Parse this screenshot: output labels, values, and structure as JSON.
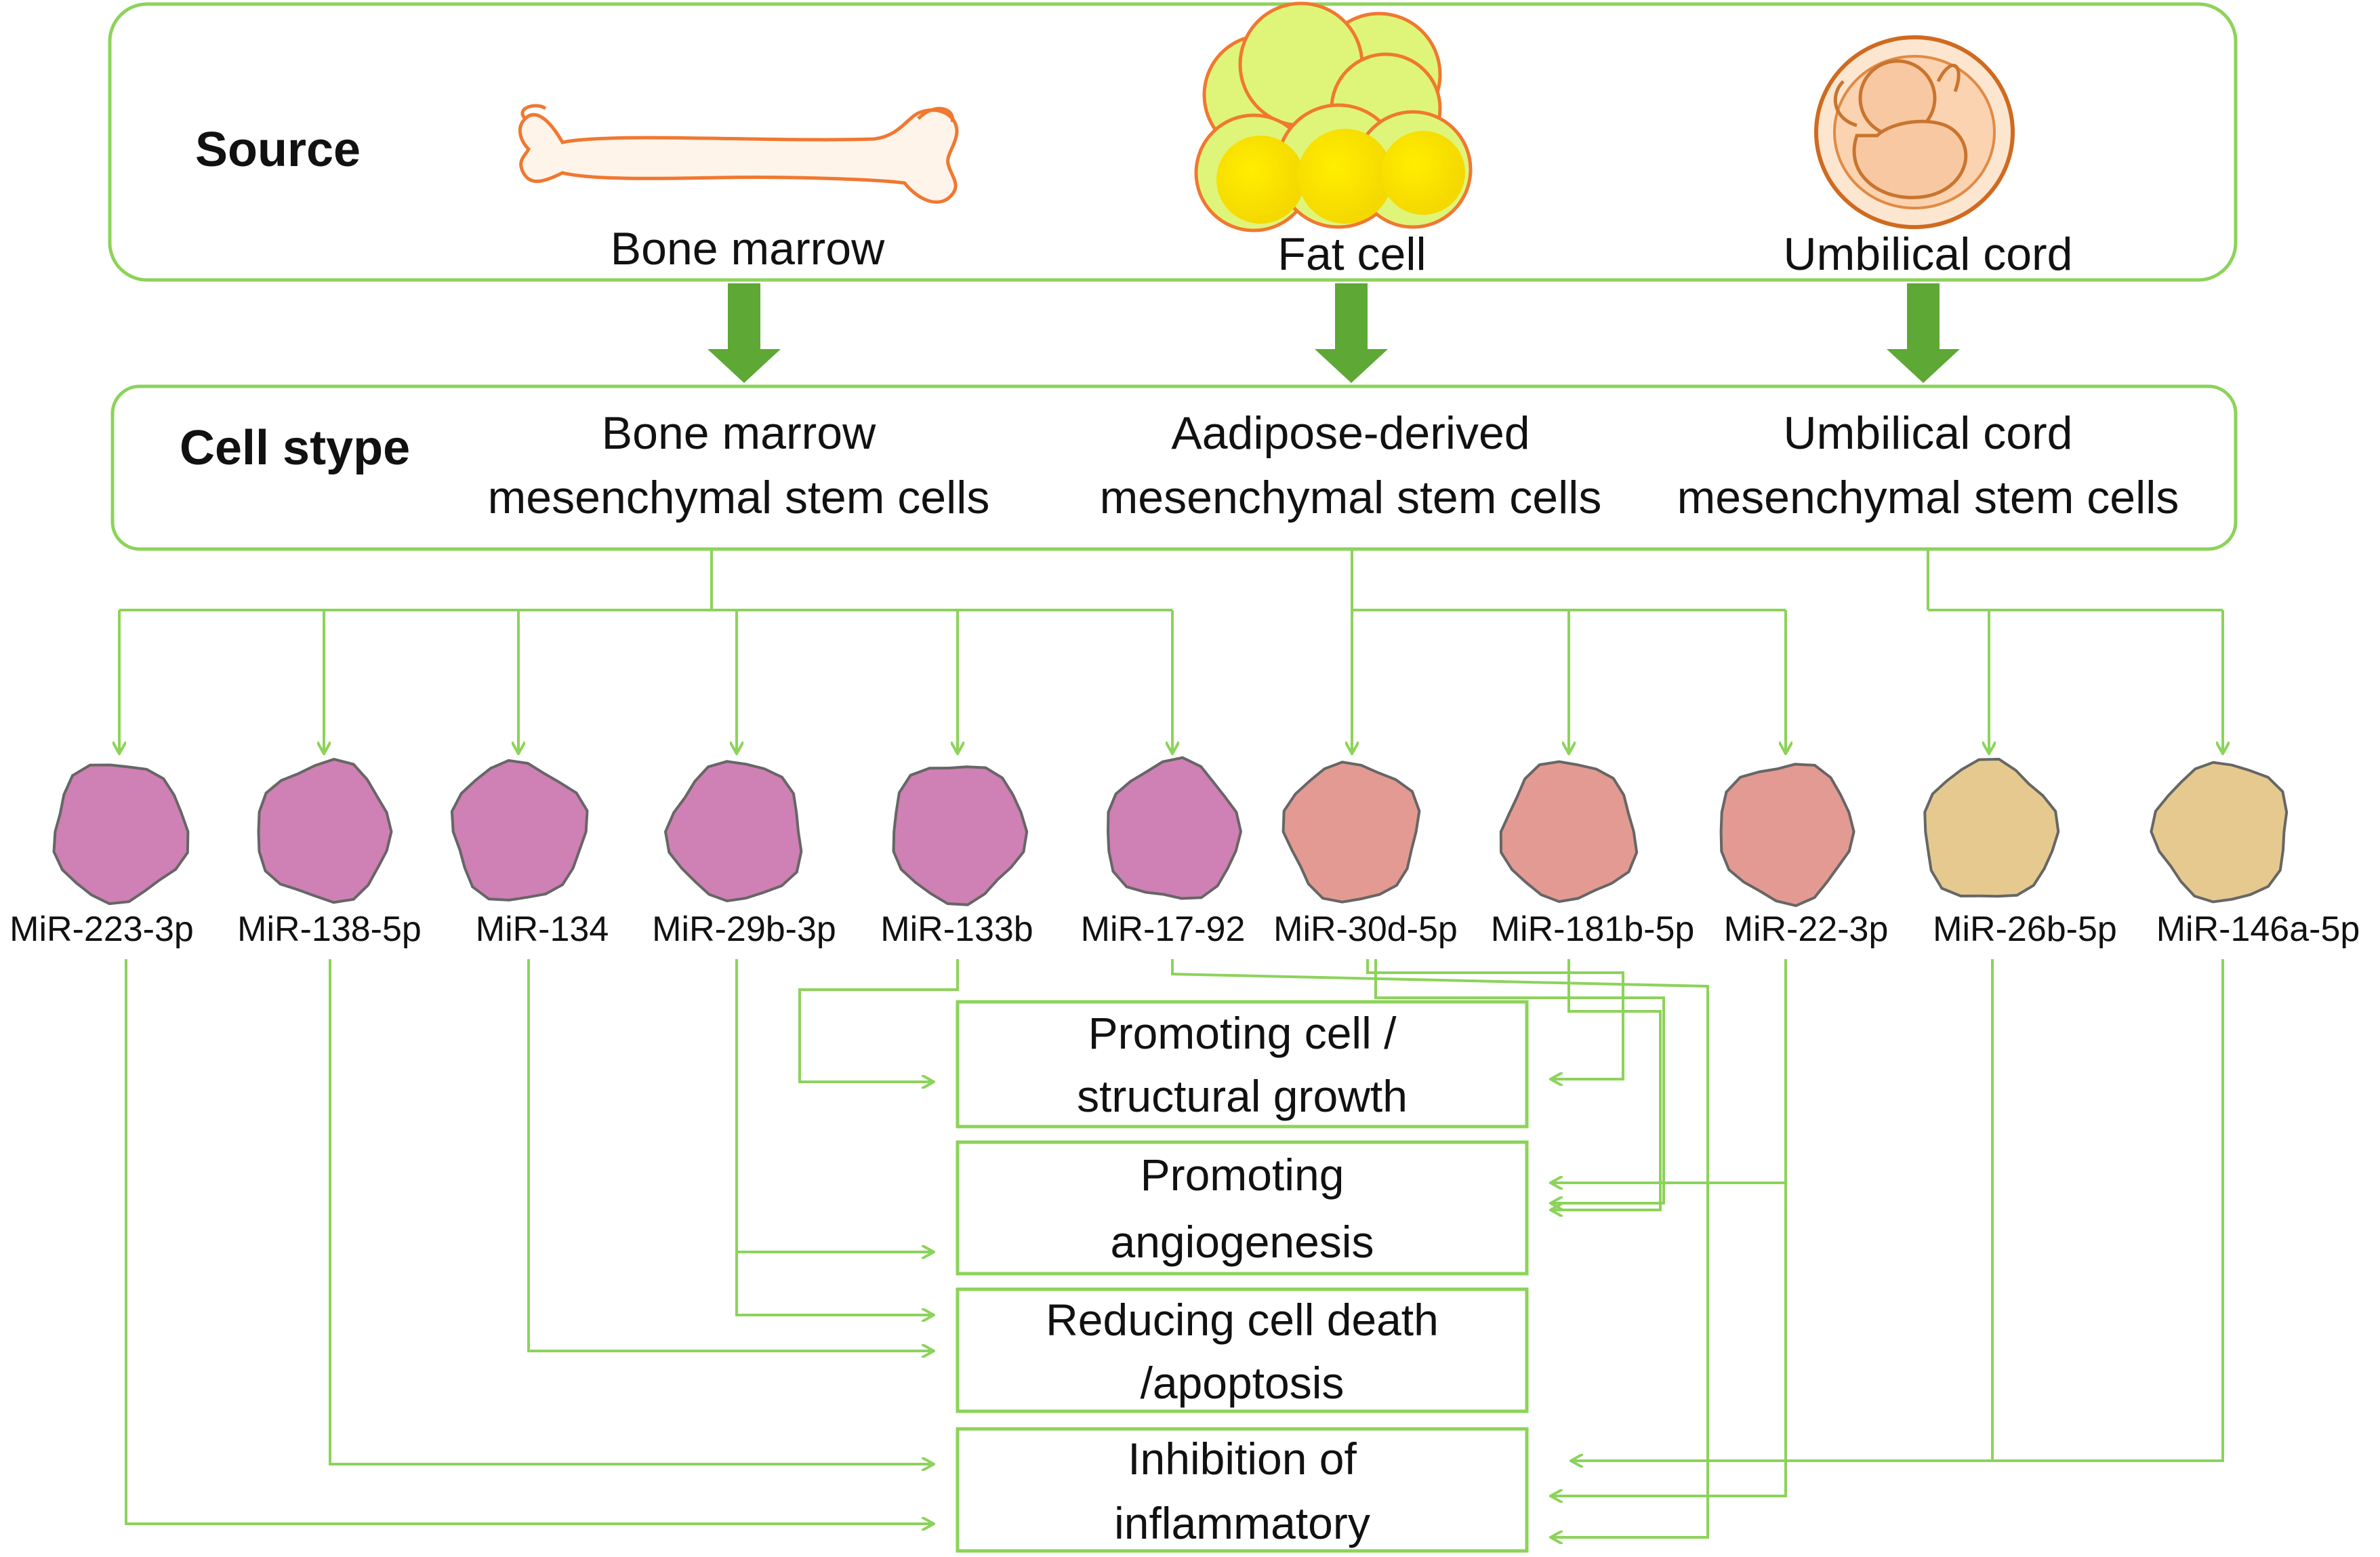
{
  "source_panel": {
    "heading": "Source",
    "items": [
      {
        "label": "Bone marrow",
        "icon": "bone-icon"
      },
      {
        "label": "Fat cell",
        "icon": "fat-cell-icon"
      },
      {
        "label": "Umbilical cord",
        "icon": "fetus-icon"
      }
    ]
  },
  "celltype_panel": {
    "heading": "Cell stype",
    "items": [
      {
        "line1": "Bone marrow",
        "line2": "mesenchymal stem cells"
      },
      {
        "line1": "Aadipose-derived",
        "line2": "mesenchymal stem cells"
      },
      {
        "line1": "Umbilical cord",
        "line2": "mesenchymal stem cells"
      }
    ]
  },
  "mirnas": [
    {
      "label": "MiR-223-3p",
      "group": 0
    },
    {
      "label": "MiR-138-5p",
      "group": 0
    },
    {
      "label": "MiR-134",
      "group": 0
    },
    {
      "label": "MiR-29b-3p",
      "group": 0
    },
    {
      "label": "MiR-133b",
      "group": 0
    },
    {
      "label": "MiR-17-92",
      "group": 0
    },
    {
      "label": "MiR-30d-5p",
      "group": 1
    },
    {
      "label": "MiR-181b-5p",
      "group": 1
    },
    {
      "label": "MiR-22-3p",
      "group": 1
    },
    {
      "label": "MiR-26b-5p",
      "group": 2
    },
    {
      "label": "MiR-146a-5p",
      "group": 2
    }
  ],
  "outcomes": [
    {
      "line1": "Promoting  cell /",
      "line2": "structural growth"
    },
    {
      "line1": "Promoting",
      "line2": "angiogenesis"
    },
    {
      "line1": "Reducing cell death",
      "line2": "/apoptosis"
    },
    {
      "line1": "Inhibition of",
      "line2": "inflammatory"
    }
  ],
  "colors": {
    "panel_border": "#8cd35a",
    "connector": "#8cd35a",
    "arrow_fill": "#5ea835",
    "cell_bone_marrow": "#cf80b4",
    "cell_adipose": "#e39a92",
    "cell_umbilical": "#e5c98f",
    "cell_outline": "#666666"
  }
}
